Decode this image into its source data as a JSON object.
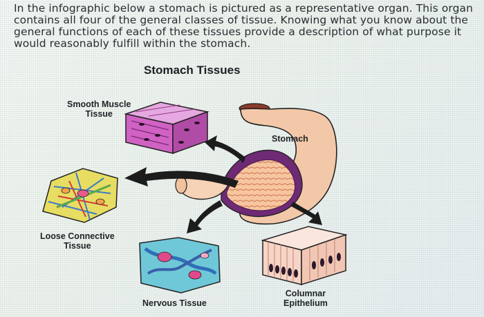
{
  "question": {
    "text": "In the infographic below a stomach is pictured as a representative organ. This organ contains all four of the general classes of tissue. Knowing what you know about the general functions of each of these tissues provide a description of what purpose it would reasonably fulfill within the stomach."
  },
  "infographic": {
    "title": "Stomach Tissues",
    "labels": {
      "smooth_muscle_line1": "Smooth Muscle",
      "smooth_muscle_line2": "Tissue",
      "stomach": "Stomach",
      "loose_connective_line1": "Loose Connective",
      "loose_connective_line2": "Tissue",
      "nervous": "Nervous Tissue",
      "columnar_line1": "Columnar",
      "columnar_line2": "Epithelium"
    }
  },
  "colors": {
    "text": "#2a2e33",
    "stomach_outer": "#f3c8a8",
    "stomach_inner": "#e98c6a",
    "muscle": "#c45ab8",
    "arrow": "#1c1c1c"
  }
}
